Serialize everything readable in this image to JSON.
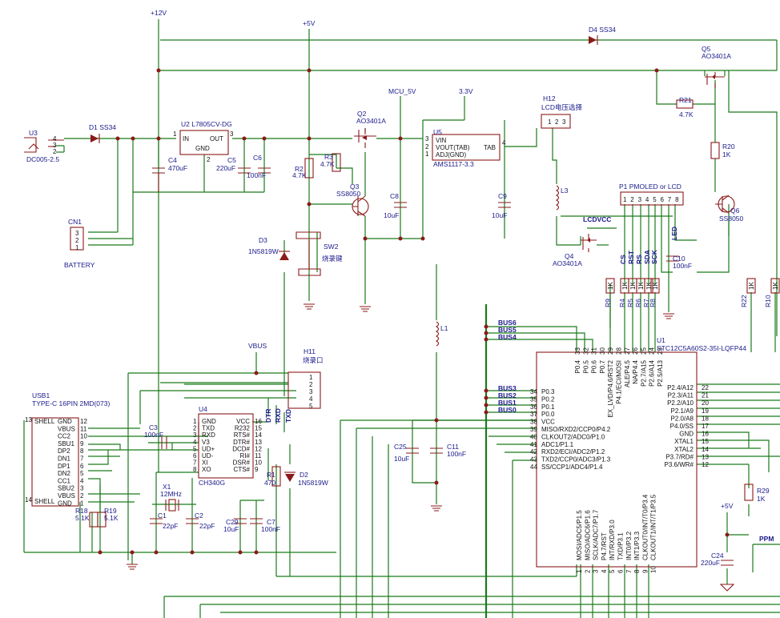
{
  "nets": {
    "p12v": "+12V",
    "p5v_top": "+5V",
    "p5v_bot": "+5V",
    "mcu5v": "MCU_5V",
    "p33v": "3.3V",
    "lcdvcc": "LCDVCC",
    "vbus": "VBUS",
    "ppm": "PPM",
    "bus6": "BUS6",
    "bus5": "BUS5",
    "bus4": "BUS4",
    "bus3": "BUS3",
    "bus2": "BUS2",
    "bus1": "BUS1",
    "bus0": "BUS0",
    "dtr": "DTR",
    "rxd": "RXD",
    "txd": "TXD",
    "cs": "CS",
    "rst": "RST",
    "rs": "RS",
    "sda": "SDA",
    "sck": "SCK",
    "led": "LED"
  },
  "refs": {
    "u3": "U3",
    "u3_val": "DC005-2.5",
    "d1": "D1 SS34",
    "d4": "D4 SS34",
    "u2": "U2 L7805CV-DG",
    "u2_in": "IN",
    "u2_out": "OUT",
    "u2_gnd": "GND",
    "c4": "C4",
    "c4v": "470uF",
    "c5": "C5",
    "c5v": "220uF",
    "c6": "C6",
    "c6v": "100nF",
    "cn1": "CN1",
    "cn1v": "BATTERY",
    "r2": "R2",
    "r2v": "4.7K",
    "r3": "R3",
    "r3v": "4.7K",
    "q2": "Q2",
    "q2v": "AO3401A",
    "q3": "Q3",
    "q3v": "SS8050",
    "d3": "D3",
    "d3v": "1N5819W",
    "sw2": "SW2",
    "sw2v": "烧录键",
    "u5": "U5",
    "u5_vin": "VIN",
    "u5_vout": "VOUT(TAB)",
    "u5_adj": "ADJ(GND)",
    "u5_tab": "TAB",
    "u5v": "AMS1117-3.3",
    "c8": "C8",
    "c8v": "10uF",
    "c9": "C9",
    "c9v": "10uF",
    "h12": "H12",
    "h12v": "LCD电压选择",
    "l3": "L3",
    "q4": "Q4",
    "q4v": "AO3401A",
    "q5": "Q5",
    "q5v": "AO3401A",
    "r21": "R21",
    "r21v": "4.7K",
    "r20": "R20",
    "r20v": "1K",
    "q6": "Q6",
    "q6v": "SS8050",
    "p1": "P1 PMOLED or LCD",
    "c10": "C10",
    "c10v": "100nF",
    "r9": "R9",
    "r4": "R4",
    "r5": "R5",
    "r6": "R6",
    "r7": "R7",
    "r8": "R8",
    "r22": "R22",
    "r10": "R10",
    "r1k": "1K",
    "l1": "L1",
    "c25": "C25",
    "c25v": "10uF",
    "c11": "C11",
    "c11v": "100nF",
    "h11": "H11",
    "h11v": "烧录口",
    "usb1": "USB1",
    "usb1v": "TYPE-C 16PIN 2MD(073)",
    "u4": "U4",
    "u4v": "CH340G",
    "c3": "C3",
    "c3v": "100nF",
    "x1": "X1",
    "x1v": "12MHz",
    "c1": "C1",
    "c1v": "22pF",
    "c2": "C2",
    "c2v": "22pF",
    "c29": "C29",
    "c29v": "10uF",
    "c7": "C7",
    "c7v": "100nF",
    "r1": "R1",
    "r1v": "470",
    "d2": "D2",
    "d2v": "1N5819W",
    "r18": "R18",
    "r18v": "5.1K",
    "r19": "R19",
    "r19v": "5.1K",
    "u1": "U1",
    "u1v": "STC12C5A60S2-35I-LQFP44",
    "r29": "R29",
    "r29v": "1K",
    "c24": "C24",
    "c24v": "220uF"
  },
  "usb_pins_left": [
    "SHELL",
    "SHELL"
  ],
  "usb_pins_right": [
    "GND",
    "VBUS",
    "CC2",
    "SBU1",
    "DP2",
    "DN1",
    "DP1",
    "DN2",
    "CC1",
    "SBU2",
    "VBUS",
    "GND"
  ],
  "usb_pin_nums_right": [
    "12",
    "11",
    "10",
    "9",
    "8",
    "7",
    "6",
    "5",
    "4",
    "3",
    "2",
    "1"
  ],
  "usb_pin_nums_left": [
    "13",
    "14"
  ],
  "u4_pins_left": [
    "GND",
    "TXD",
    "RXD",
    "V3",
    "UD+",
    "UD-",
    "XI",
    "XO"
  ],
  "u4_pins_right": [
    "VCC",
    "R232",
    "RTS#",
    "DTR#",
    "DCD#",
    "RI#",
    "DSR#",
    "CTS#"
  ],
  "u4_nums_left": [
    "1",
    "2",
    "3",
    "4",
    "5",
    "6",
    "7",
    "8"
  ],
  "u4_nums_right": [
    "16",
    "15",
    "14",
    "13",
    "12",
    "11",
    "10",
    "9"
  ],
  "u1_left": [
    "P0.3",
    "P0.2",
    "P0.1",
    "P0.0",
    "VCC",
    "MISO/RXD2/CCP0/P4.2",
    "CLKOUT2/ADC0/P1.0",
    "ADC1/P1.1",
    "RXD2/ECI/ADC2/P1.2",
    "TXD2/CCP0/ADC3/P1.3",
    "SS/CCP1/ADC4/P1.4"
  ],
  "u1_left_nums": [
    "34",
    "35",
    "36",
    "37",
    "38",
    "39",
    "40",
    "41",
    "42",
    "43",
    "44"
  ],
  "u1_top": [
    "P0.4",
    "P0.5",
    "P0.6",
    "P0.7",
    "EX_LVD/P4.6/RST2",
    "P4.1/ECI/MOSI",
    "ALE/P4.5",
    "NA/P4.4",
    "P2.7/A15",
    "P2.6/A14",
    "P2.5/A13"
  ],
  "u1_top_nums": [
    "33",
    "32",
    "31",
    "30",
    "29",
    "28",
    "27",
    "26",
    "25",
    "24",
    "23"
  ],
  "u1_right": [
    "P2.4/A12",
    "P2.3/A11",
    "P2.2/A10",
    "P2.1/A9",
    "P2.0/A8",
    "P4.0/SS",
    "GND",
    "XTAL1",
    "XTAL2",
    "P3.7/RD#",
    "P3.6/WR#"
  ],
  "u1_right_nums": [
    "22",
    "21",
    "20",
    "19",
    "18",
    "17",
    "16",
    "15",
    "14",
    "13",
    "12"
  ],
  "u1_bottom": [
    "MOSI/ADC5/P1.5",
    "MISO/ADC6/P1.6",
    "SCLK/ADC7/P1.7",
    "P4.7/RST",
    "INT/RXD/P3.0",
    "TXD/P3.1",
    "INT0/P3.2",
    "INT1/P3.3",
    "CLKOUT0/INT/T0/P3.4",
    "CLKOUT1/INT/T1/P3.5"
  ],
  "u1_bottom_nums": [
    "1",
    "2",
    "3",
    "4",
    "5",
    "6",
    "7",
    "8",
    "9",
    "10"
  ],
  "p1_nums": [
    "1",
    "2",
    "3",
    "4",
    "5",
    "6",
    "7",
    "8"
  ],
  "h11_nums": [
    "1",
    "2",
    "3",
    "4",
    "5"
  ],
  "h12_nums": [
    "1",
    "2",
    "3"
  ],
  "cn1_nums": [
    "3",
    "2",
    "1"
  ],
  "u3_nums": [
    "4",
    "3",
    "2"
  ],
  "u2_nums": [
    "1",
    "3",
    "2"
  ],
  "u5_nums": [
    "3",
    "2",
    "1",
    "4"
  ]
}
